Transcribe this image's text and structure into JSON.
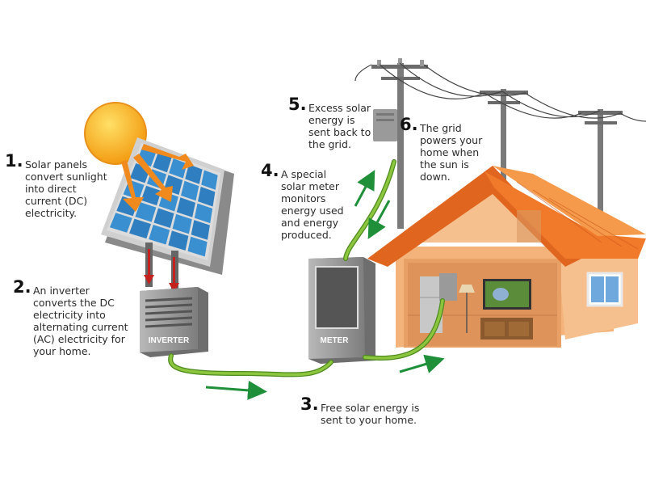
{
  "steps": [
    {
      "number": "1.",
      "lines": [
        "Solar panels",
        "convert sunlight",
        "into direct",
        "current (DC)",
        "electricity."
      ]
    },
    {
      "number": "2.",
      "lines": [
        "An inverter",
        "converts the DC",
        "electricity into",
        "alternating current",
        "(AC) electricity for",
        "your home."
      ]
    },
    {
      "number": "3.",
      "lines": [
        "Free solar energy is",
        "sent to your home."
      ]
    },
    {
      "number": "4.",
      "lines": [
        "A special",
        "solar meter",
        "monitors",
        "energy used",
        "and energy",
        "produced."
      ]
    },
    {
      "number": "5.",
      "lines": [
        "Excess solar",
        "energy is",
        "sent back to",
        "the grid."
      ]
    },
    {
      "number": "6.",
      "lines": [
        "The grid",
        "powers your",
        "home when",
        "the sun is",
        "down."
      ]
    }
  ],
  "device_labels": {
    "inverter": "INVERTER",
    "meter": "METER"
  },
  "colors": {
    "sun": "#f7b21e",
    "sun_rays": "#f08a1e",
    "panel_cell": "#2f7fc0",
    "roof": "#f07a2a",
    "wall": "#f6c08e",
    "cable": "#8cc63f",
    "arrow": "#1f8f3a",
    "down_arrow": "#c4221f",
    "device": "#9a9a9a"
  }
}
